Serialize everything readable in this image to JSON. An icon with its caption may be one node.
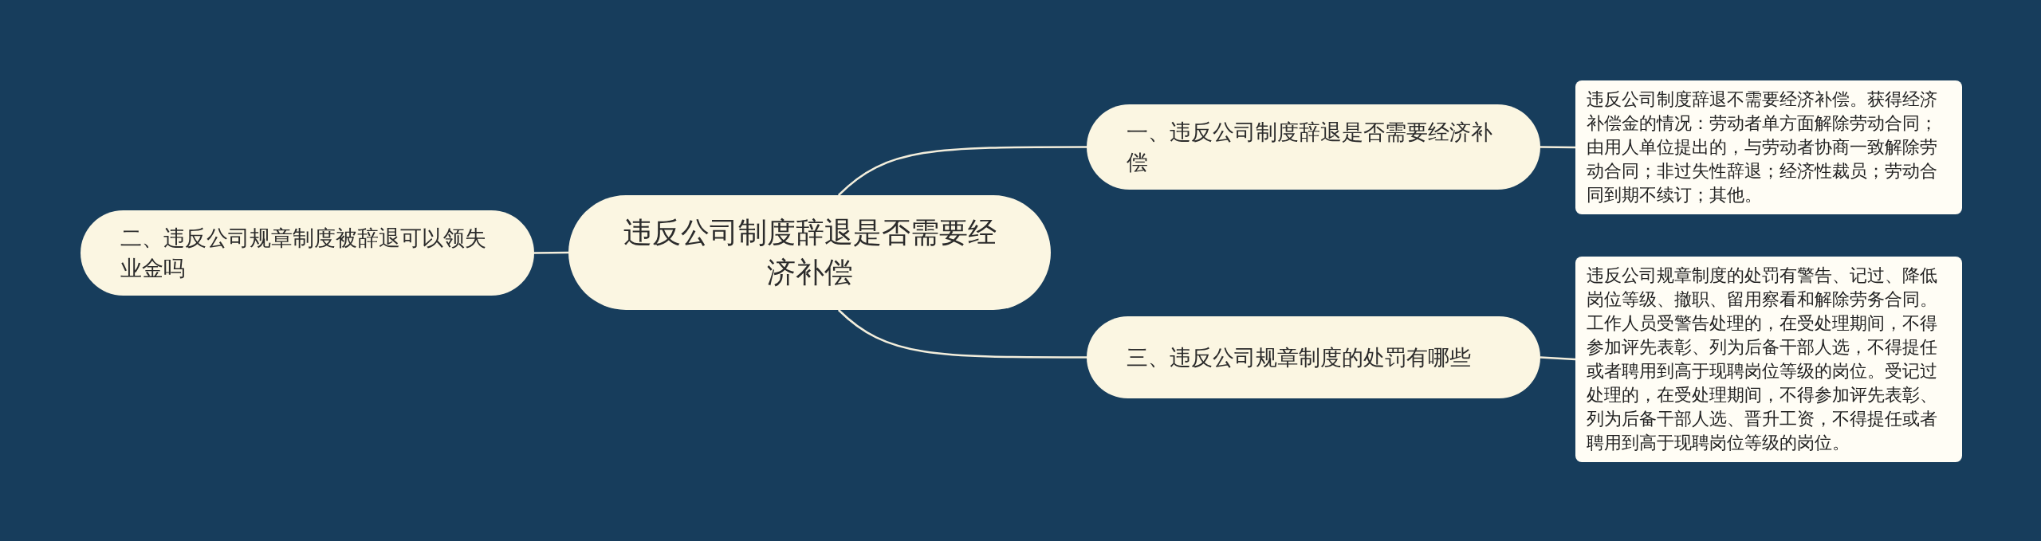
{
  "diagram": {
    "nodes": [
      {
        "text": [
          "违反公司制度辞退是否需要经济补偿"
        ]
      },
      {
        "text": [
          "一、违反公司制度辞退是否需要经济补偿"
        ]
      },
      {
        "text": [
          "违反公司制度辞退不需要经济补偿。获得经济补偿金的情况：劳动者单方面解除劳动合同；由用人单位提出的，与劳动者协商一致解除劳动合同；非过失性辞退；经济性裁员；劳动合同到期不续订；其他。"
        ]
      },
      {
        "text": [
          "二、违反公司规章制度被辞退可以领失业金吗"
        ]
      },
      {
        "text": [
          "三、违反公司规章制度的处罚有哪些"
        ]
      },
      {
        "text": [
          "违反公司规章制度的处罚有警告、记过、降低岗位等级、撤职、留用察看和解除劳务合同。工作人员受警告处理的，在受处理期间，不得参加评先表彰、列为后备干部人选，不得提任或者聘用到高于现聘岗位等级的岗位。受记过处理的，在受处理期间，不得参加评先表彰、列为后备干部人选、晋升工资，不得提任或者聘用到高于现聘岗位等级的岗位。"
        ]
      }
    ],
    "edges": [
      {
        "from": 0,
        "to": 1,
        "arrow": "none"
      },
      {
        "from": 1,
        "to": 2,
        "arrow": "none"
      },
      {
        "from": 0,
        "to": 3,
        "arrow": "none"
      },
      {
        "from": 0,
        "to": 4,
        "arrow": "none"
      },
      {
        "from": 4,
        "to": 5,
        "arrow": "none"
      }
    ]
  }
}
